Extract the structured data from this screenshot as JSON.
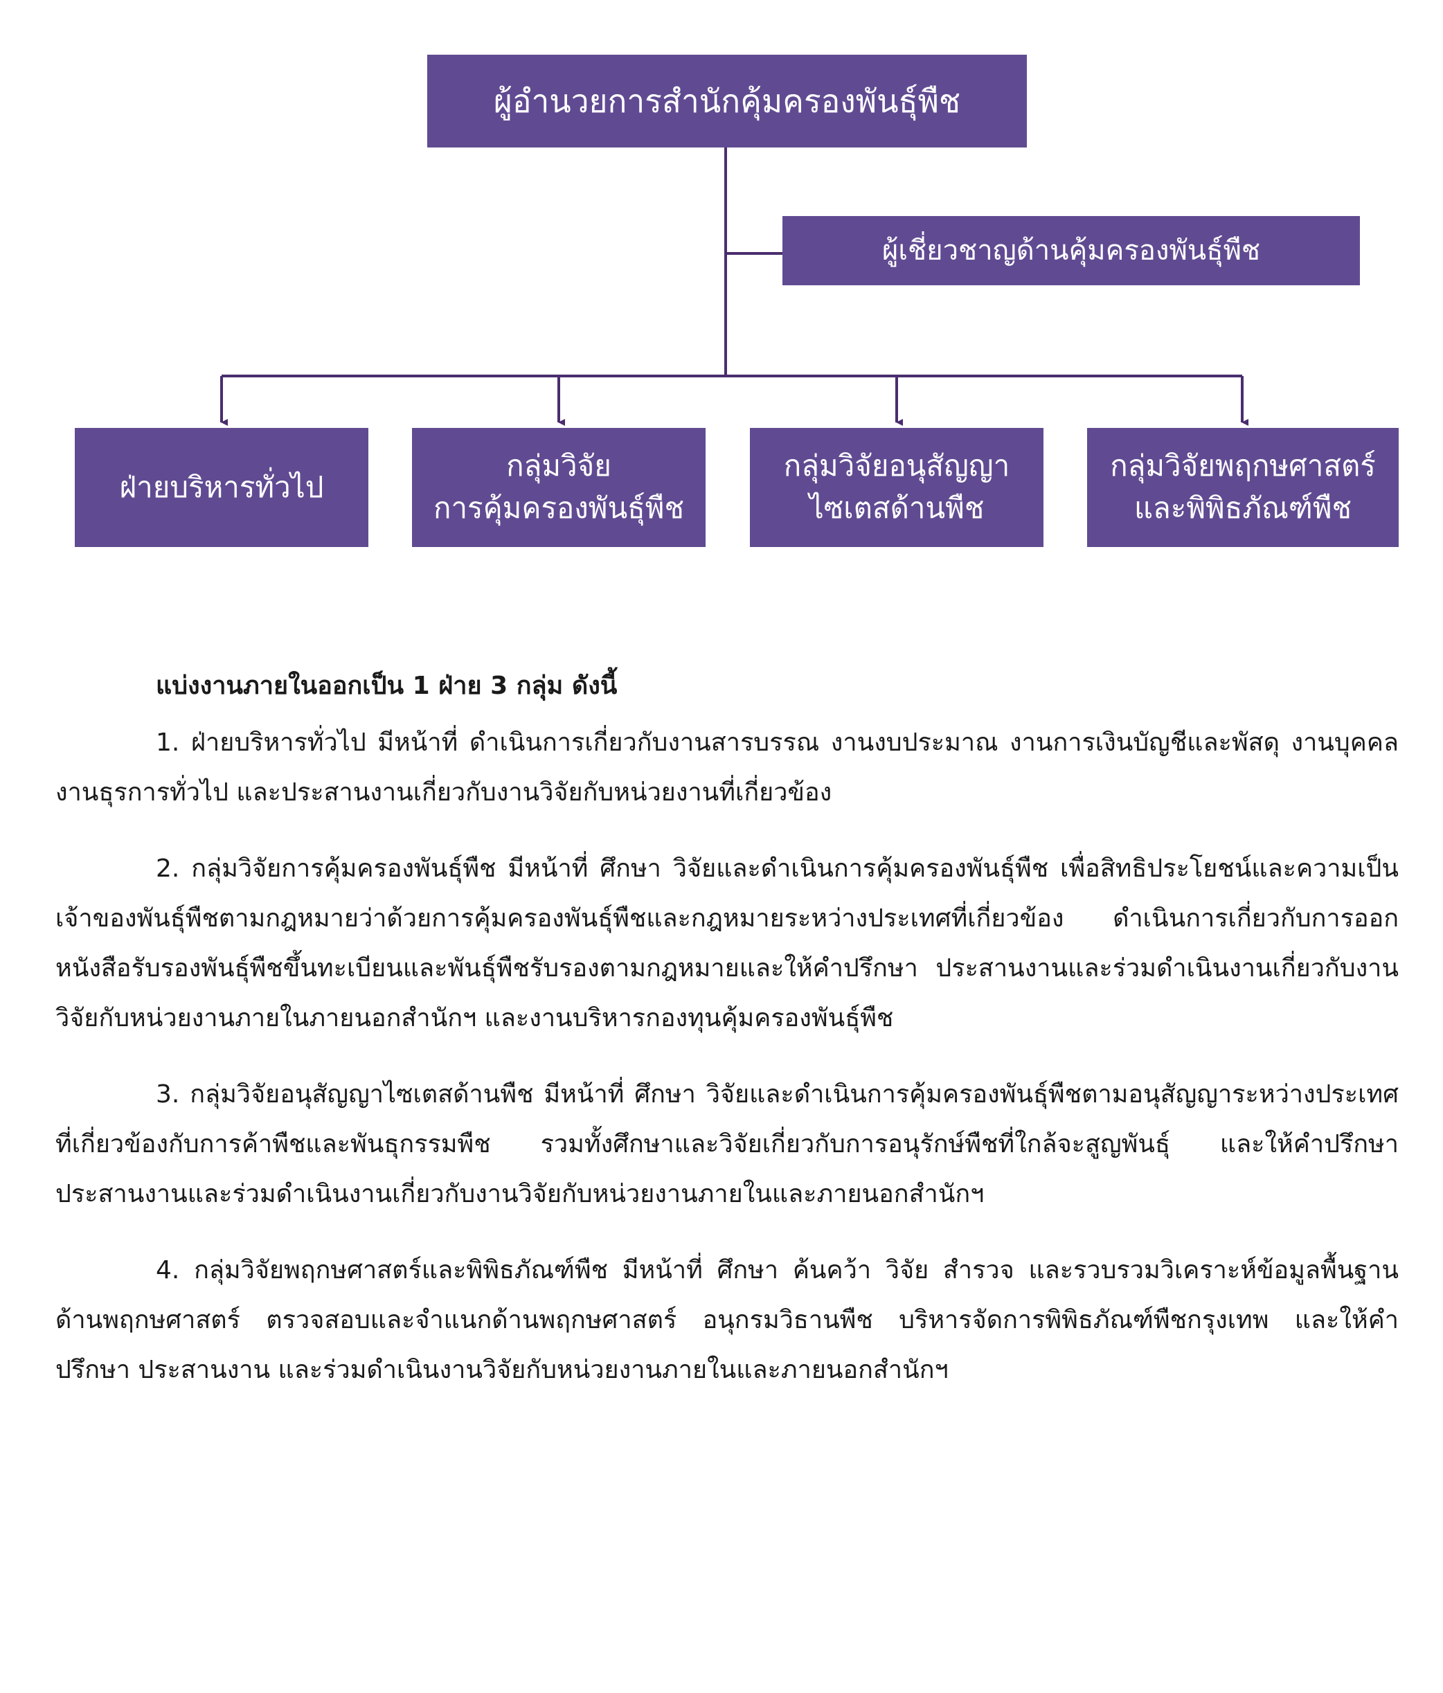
{
  "org_chart": {
    "director": "ผู้อำนวยการสำนักคุ้มครองพันธุ์พืช",
    "expert": "ผู้เชี่ยวชาญด้านคุ้มครองพันธุ์พืช",
    "units": [
      {
        "line1": "ฝ่ายบริหารทั่วไป",
        "line2": ""
      },
      {
        "line1": "กลุ่มวิจัย",
        "line2": "การคุ้มครองพันธุ์พืช"
      },
      {
        "line1": "กลุ่มวิจัยอนุสัญญา",
        "line2": "ไซเตสด้านพืช"
      },
      {
        "line1": "กลุ่มวิจัยพฤกษศาสตร์",
        "line2": "และพิพิธภัณฑ์พืช"
      }
    ],
    "colors": {
      "box": "#604b92",
      "line": "#4a2d6e",
      "text": "#ffffff"
    }
  },
  "body_text": {
    "heading": "แบ่งงานภายในออกเป็น 1 ฝ่าย 3 กลุ่ม ดังนี้",
    "items": [
      "1. ฝ่ายบริหารทั่วไป มีหน้าที่ ดำเนินการเกี่ยวกับงานสารบรรณ งานงบประมาณ งานการเงินบัญชีและพัสดุ งานบุคคล งานธุรการทั่วไป และประสานงานเกี่ยวกับงานวิจัยกับหน่วยงานที่เกี่ยวข้อง",
      "2. กลุ่มวิจัยการคุ้มครองพันธุ์พืช มีหน้าที่ ศึกษา วิจัยและดำเนินการคุ้มครองพันธุ์พืช เพื่อสิทธิประโยชน์และความเป็นเจ้าของพันธุ์พืชตามกฎหมายว่าด้วยการคุ้มครองพันธุ์พืชและกฎหมายระหว่างประเทศที่เกี่ยวข้อง ดำเนินการเกี่ยวกับการออกหนังสือรับรองพันธุ์พืชขึ้นทะเบียนและพันธุ์พืชรับรองตามกฎหมายและให้คำปรึกษา ประสานงานและร่วมดำเนินงานเกี่ยวกับงานวิจัยกับหน่วยงานภายในภายนอกสำนักฯ และงานบริหารกองทุนคุ้มครองพันธุ์พืช",
      "3. กลุ่มวิจัยอนุสัญญาไซเตสด้านพืช มีหน้าที่ ศึกษา วิจัยและดำเนินการคุ้มครองพันธุ์พืชตามอนุสัญญาระหว่างประเทศที่เกี่ยวข้องกับการค้าพืชและพันธุกรรมพืช รวมทั้งศึกษาและวิจัยเกี่ยวกับการอนุรักษ์พืชที่ใกล้จะสูญพันธุ์ และให้คำปรึกษา ประสานงานและร่วมดำเนินงานเกี่ยวกับงานวิจัยกับหน่วยงานภายในและภายนอกสำนักฯ",
      "4. กลุ่มวิจัยพฤกษศาสตร์และพิพิธภัณฑ์พืช มีหน้าที่ ศึกษา ค้นคว้า วิจัย สำรวจ และรวบรวมวิเคราะห์ข้อมูลพื้นฐานด้านพฤกษศาสตร์ ตรวจสอบและจำแนกด้านพฤกษศาสตร์ อนุกรมวิธานพืช บริหารจัดการพิพิธภัณฑ์พืชกรุงเทพ และให้คำปรึกษา ประสานงาน และร่วมดำเนินงานวิจัยกับหน่วยงานภายในและภายนอกสำนักฯ"
    ]
  }
}
